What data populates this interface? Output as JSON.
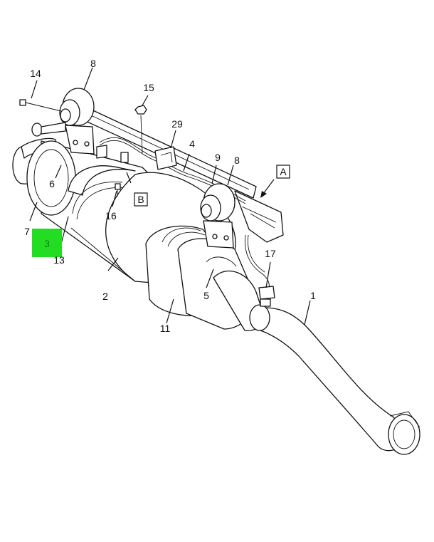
{
  "callouts": {
    "c1": "1",
    "c2": "2",
    "c3": "3",
    "c4": "4",
    "c5": "5",
    "c6": "6",
    "c7": "7",
    "c8a": "8",
    "c8b": "8",
    "c9": "9",
    "c11": "11",
    "c13": "13",
    "c14": "14",
    "c15": "15",
    "c16": "16",
    "c17": "17",
    "c29": "29"
  },
  "views": {
    "a": "A",
    "b": "B"
  },
  "colors": {
    "highlight": "#22dd22",
    "line": "#111111"
  }
}
